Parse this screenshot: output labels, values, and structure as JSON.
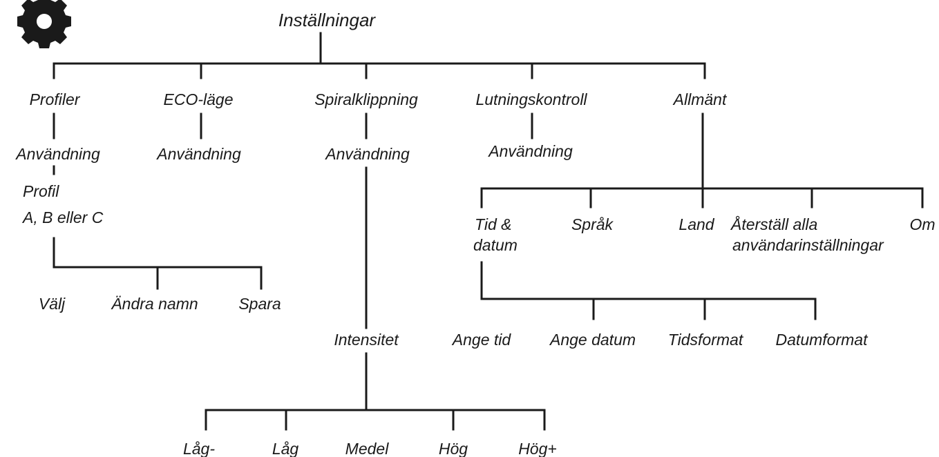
{
  "icon": "gear-icon",
  "root": "Inställningar",
  "menu": {
    "profiler": {
      "label": "Profiler",
      "anvandning": "Användning",
      "profil_line1": "Profil",
      "profil_line2": "A, B eller C",
      "children": [
        "Välj",
        "Ändra namn",
        "Spara"
      ]
    },
    "eco": {
      "label": "ECO-läge",
      "anvandning": "Användning"
    },
    "spiral": {
      "label": "Spiralklippning",
      "anvandning": "Användning",
      "intensitet": "Intensitet",
      "levels": [
        "Låg-",
        "Låg",
        "Medel",
        "Hög",
        "Hög+"
      ]
    },
    "lutning": {
      "label": "Lutningskontroll",
      "anvandning": "Användning"
    },
    "allmant": {
      "label": "Allmänt",
      "tid_line1": "Tid &",
      "tid_line2": "datum",
      "sprak": "Språk",
      "land": "Land",
      "aterstall_line1": "Återställ alla",
      "aterstall_line2": "användarinställningar",
      "om": "Om",
      "tid_children": [
        "Ange tid",
        "Ange datum",
        "Tidsformat",
        "Datumformat"
      ]
    }
  }
}
